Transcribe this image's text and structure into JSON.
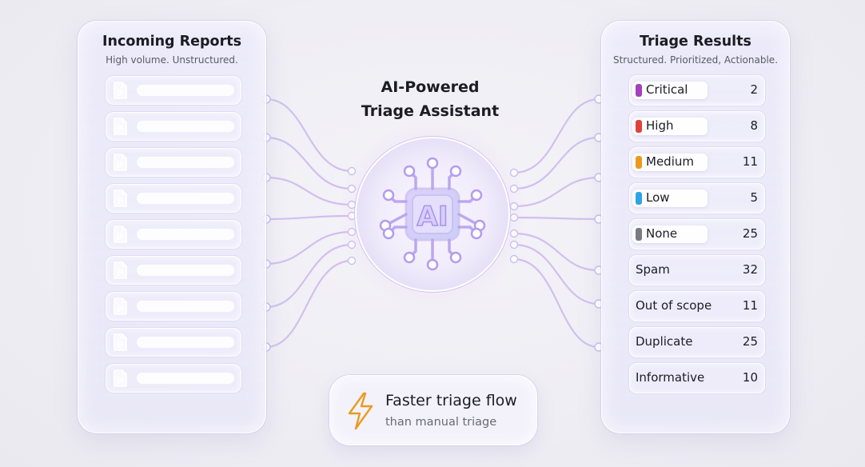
{
  "incoming": {
    "title": "Incoming Reports",
    "subtitle": "High volume. Unstructured.",
    "row_count": 9
  },
  "assistant": {
    "title_line1": "AI-Powered",
    "title_line2": "Triage Assistant",
    "chip_label": "AI"
  },
  "results": {
    "title": "Triage Results",
    "subtitle": "Structured. Prioritized, Actionable.",
    "items": [
      {
        "label": "Critical",
        "count": "2",
        "color": "#a43fbd"
      },
      {
        "label": "High",
        "count": "8",
        "color": "#e0413a"
      },
      {
        "label": "Medium",
        "count": "11",
        "color": "#ec9a1e"
      },
      {
        "label": "Low",
        "count": "5",
        "color": "#2ea4e6"
      },
      {
        "label": "None",
        "count": "25",
        "color": "#7a7a82"
      },
      {
        "label": "Spam",
        "count": "32"
      },
      {
        "label": "Out of scope",
        "count": "11"
      },
      {
        "label": "Duplicate",
        "count": "25"
      },
      {
        "label": "Informative",
        "count": "10"
      }
    ]
  },
  "flow": {
    "title": "Faster triage flow",
    "subtitle": "than manual triage",
    "icon": "lightning-bolt-icon",
    "icon_color": "#ec9a1e"
  },
  "colors": {
    "accent": "#b48cf0",
    "glow": "#e3c6f7"
  }
}
